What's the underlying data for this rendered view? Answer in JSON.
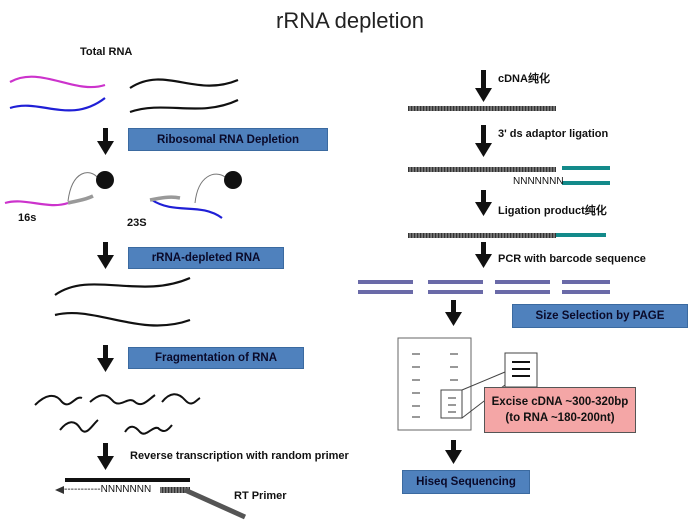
{
  "title": "rRNA depletion",
  "left": {
    "total_rna": "Total RNA",
    "step1": "Ribosomal RNA Depletion",
    "label_16s": "16s",
    "label_23s": "23S",
    "step2": "rRNA-depleted RNA",
    "step3": "Fragmentation of RNA",
    "step4": "Reverse transcription with random primer",
    "primer_seq": "-----------NNNNNNN",
    "rt_primer": "RT Primer"
  },
  "right": {
    "cdna_purify": "cDNA纯化",
    "adaptor_ligation": "3' ds adaptor ligation",
    "nnn_seq": "NNNNNNN",
    "ligation_product": "Ligation product纯化",
    "pcr": "PCR with barcode sequence",
    "size_selection": "Size Selection by PAGE",
    "excise_line1": "Excise cDNA ~300-320bp",
    "excise_line2": "(to RNA ~180-200nt)",
    "hiseq": "Hiseq Sequencing"
  },
  "colors": {
    "box_blue": "#4f81bd",
    "box_red": "#f4a6a6",
    "magenta": "#cc33cc",
    "blue_strand": "#1f1fd6",
    "teal": "#138a8a",
    "purple_bar": "#6a6aa8",
    "cdna_gray": "#555555"
  }
}
